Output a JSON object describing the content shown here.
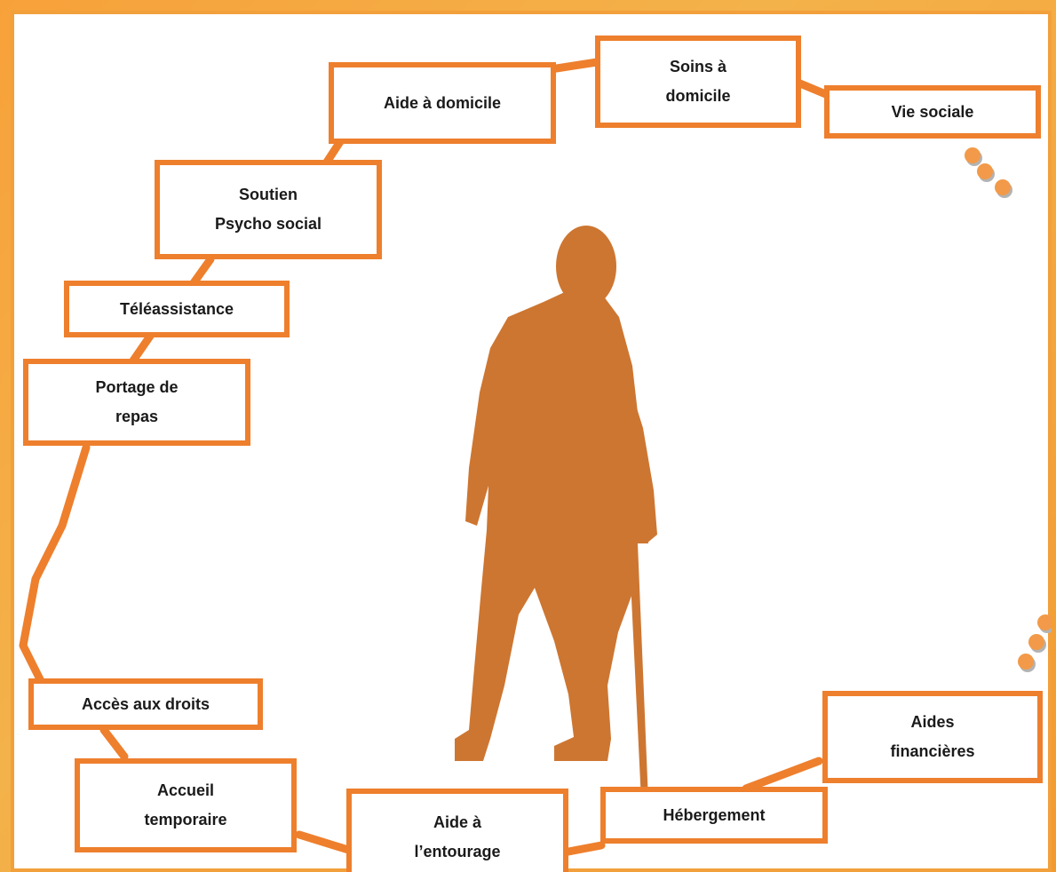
{
  "diagram": {
    "nodes": [
      {
        "id": "soins",
        "label": "Soins à\ndomicile"
      },
      {
        "id": "aide-domicile",
        "label": "Aide à domicile"
      },
      {
        "id": "vie-sociale",
        "label": "Vie sociale"
      },
      {
        "id": "soutien",
        "label": "Soutien\nPsycho social"
      },
      {
        "id": "teleassistance",
        "label": "Téléassistance"
      },
      {
        "id": "portage",
        "label": "Portage de\nrepas"
      },
      {
        "id": "acces-droits",
        "label": "Accès aux droits"
      },
      {
        "id": "accueil",
        "label": "Accueil\ntemporaire"
      },
      {
        "id": "entourage",
        "label": "Aide à\nl’entourage"
      },
      {
        "id": "hebergement",
        "label": "Hébergement"
      },
      {
        "id": "aides-fin",
        "label": "Aides\nfinancières"
      }
    ],
    "colors": {
      "accent": "#ee7f2d",
      "figure": "#cd7631",
      "frame": "#f3a23c"
    }
  }
}
